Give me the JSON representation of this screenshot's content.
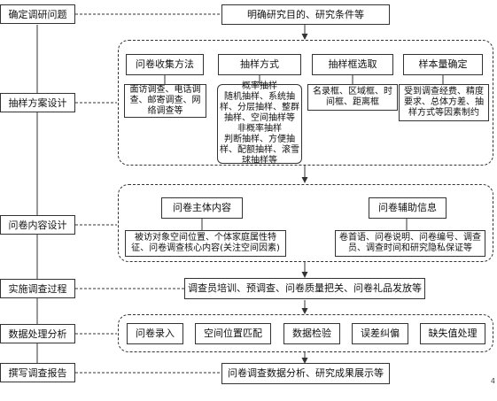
{
  "stages": {
    "s1": "确定调研问题",
    "s2": "抽样方案设计",
    "s3": "问卷内容设计",
    "s4": "实施调查过程",
    "s5": "数据处理分析",
    "s6": "撰写调查报告"
  },
  "top": "明确研究目的、研究条件等",
  "sampling": {
    "c1_title": "问卷收集方法",
    "c1_body": "面访调查、电话调查、邮寄调查、网络调查等",
    "c2_title": "抽样方式",
    "c2_body": "概率抽样\n随机抽样、系统抽样、分层抽样、整群抽样、空间抽样等\n非概率抽样\n判断抽样、方便抽样、配额抽样、滚雪球抽样等",
    "c3_title": "抽样框选取",
    "c3_body": "名录框、区域框、时间框、距离框",
    "c4_title": "样本量确定",
    "c4_body": "受到调查经费、精度要求、总体方差、抽样方式等因素制约"
  },
  "questionnaire": {
    "main_title": "问卷主体内容",
    "main_body": "被访对象空间位置、个体家庭属性特征、问卷调查核心内容(关注空间因素)",
    "aux_title": "问卷辅助信息",
    "aux_body": "卷首语、问卷说明、问卷编号、调查员、调查时间和研究隐私保证等"
  },
  "implement": "调查员培训、预调查、问卷质量把关、问卷礼品发放等",
  "processing": [
    "问卷录入",
    "空间位置匹配",
    "数据检验",
    "误差纠偏",
    "缺失值处理"
  ],
  "report": "问卷调查数据分析、研究成果展示等",
  "corner_mark": "4"
}
